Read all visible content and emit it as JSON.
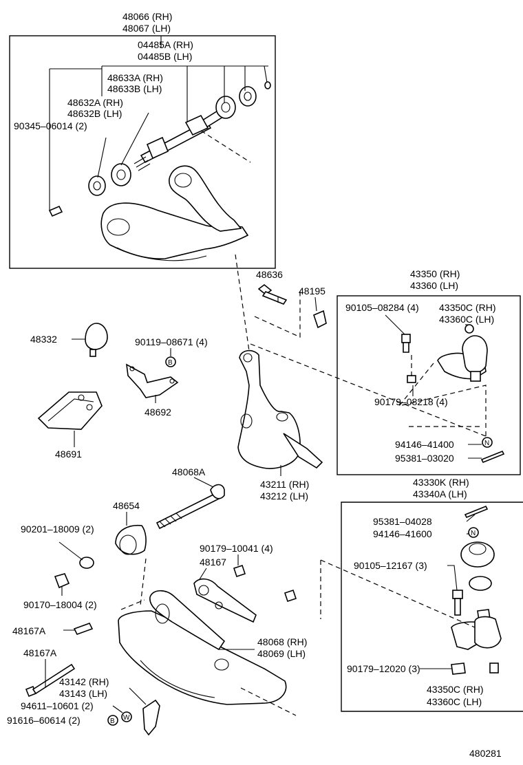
{
  "labels": {
    "p48066": "48066 (RH)",
    "p48067": "48067 (LH)",
    "p04485a": "04485A (RH)",
    "p04485b": "04485B (LH)",
    "p48633a": "48633A (RH)",
    "p48633b": "48633B (LH)",
    "p48632a": "48632A (RH)",
    "p48632b": "48632B (LH)",
    "p90345": "90345–06014 (2)",
    "p48636": "48636",
    "p48195": "48195",
    "p43350": "43350 (RH)",
    "p43360": "43360 (LH)",
    "p90105a": "90105–08284 (4)",
    "p43350c_top": "43350C (RH)",
    "p43360c_top": "43360C (LH)",
    "p48332": "48332",
    "p90119": "90119–08671 (4)",
    "p48692": "48692",
    "p90179a": "90179–08218 (4)",
    "p94146a": "94146–41400",
    "p95381a": "95381–03020",
    "p48691": "48691",
    "p48068a": "48068A",
    "p43211": "43211 (RH)",
    "p43212": "43212 (LH)",
    "p43330k": "43330K (RH)",
    "p43340a": "43340A (LH)",
    "p48654": "48654",
    "p90201": "90201–18009 (2)",
    "p95381b": "95381–04028",
    "p94146b": "94146–41600",
    "p90179b": "90179–10041 (4)",
    "p48167": "48167",
    "p90105b": "90105–12167 (3)",
    "p90170": "90170–18004 (2)",
    "p48167a_1": "48167A",
    "p48068": "48068 (RH)",
    "p48069": "48069 (LH)",
    "p48167a_2": "48167A",
    "p90179c": "90179–12020 (3)",
    "p43142": "43142 (RH)",
    "p43143": "43143 (LH)",
    "p43350c_bot": "43350C (RH)",
    "p43360c_bot": "43360C (LH)",
    "p94611": "94611–10601 (2)",
    "p91616": "91616–60614 (2)",
    "circle_n1": "N",
    "circle_n2": "N",
    "circle_b1": "B",
    "circle_b2": "B",
    "circle_w": "W",
    "drawing_no": "480281"
  }
}
